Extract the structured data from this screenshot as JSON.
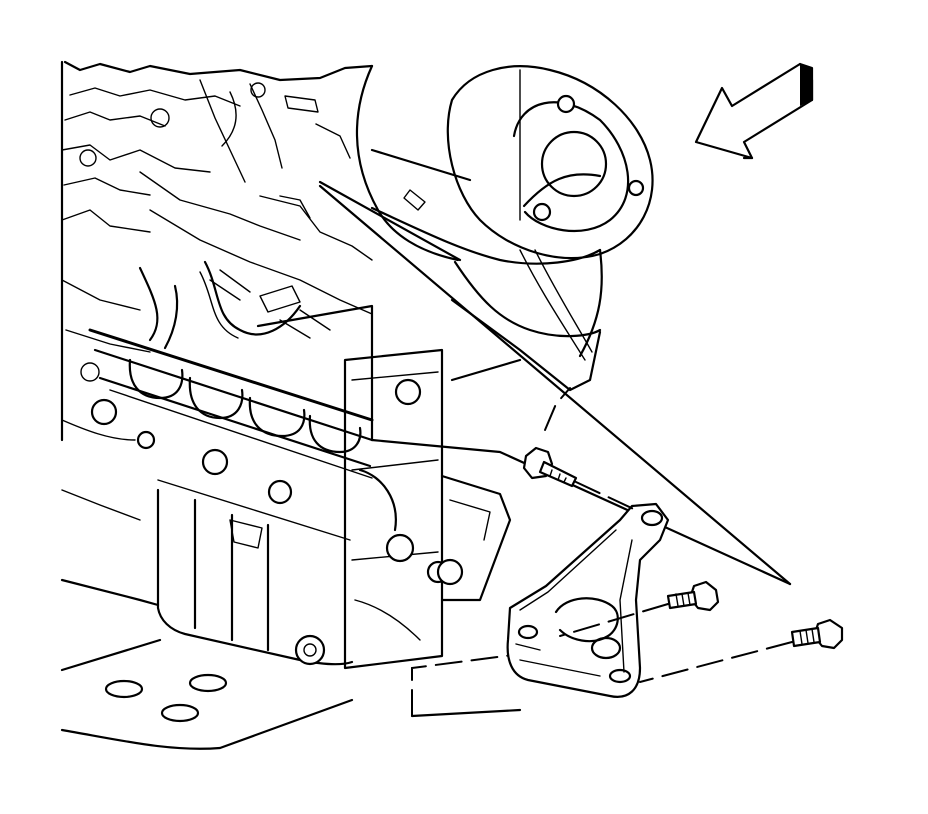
{
  "figure": {
    "type": "technical-line-illustration",
    "subject": "engine-block-with-mount-bracket-and-bolts",
    "parts": [
      "engine-block",
      "exhaust-manifold",
      "oil-pan",
      "steering-rack-bellows",
      "mount-bracket",
      "bolt",
      "bolt",
      "bolt",
      "direction-arrow"
    ],
    "line_color": "#000000",
    "background_color": "#ffffff"
  }
}
